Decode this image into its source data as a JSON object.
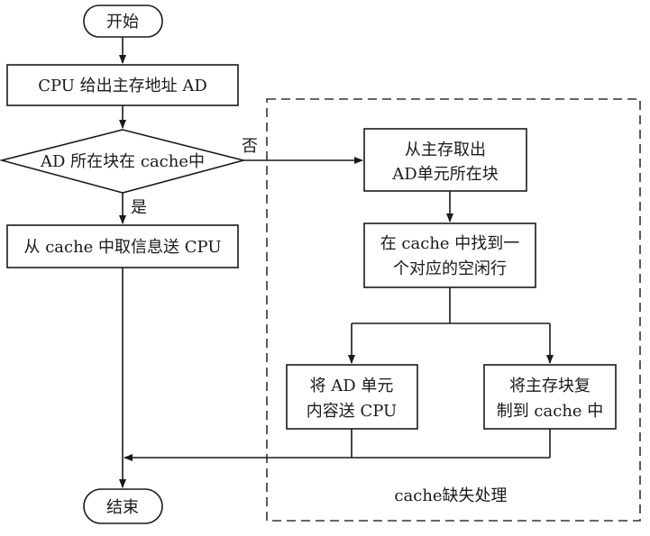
{
  "flowchart": {
    "start": "开始",
    "step_cpu_address": "CPU 给出主存地址 AD",
    "decision": "AD 所在块在 cache中",
    "no_label": "否",
    "yes_label": "是",
    "hit_action": "从 cache 中取信息送 CPU",
    "miss_fetch": [
      "从主存取出",
      "AD单元所在块"
    ],
    "miss_find_line": [
      "在 cache 中找到一",
      "个对应的空闲行"
    ],
    "miss_send_cpu": [
      "将 AD 单元",
      "内容送 CPU"
    ],
    "miss_copy_block": [
      "将主存块复",
      "制到 cache 中"
    ],
    "miss_group_label": "cache缺失处理",
    "end": "结束"
  }
}
